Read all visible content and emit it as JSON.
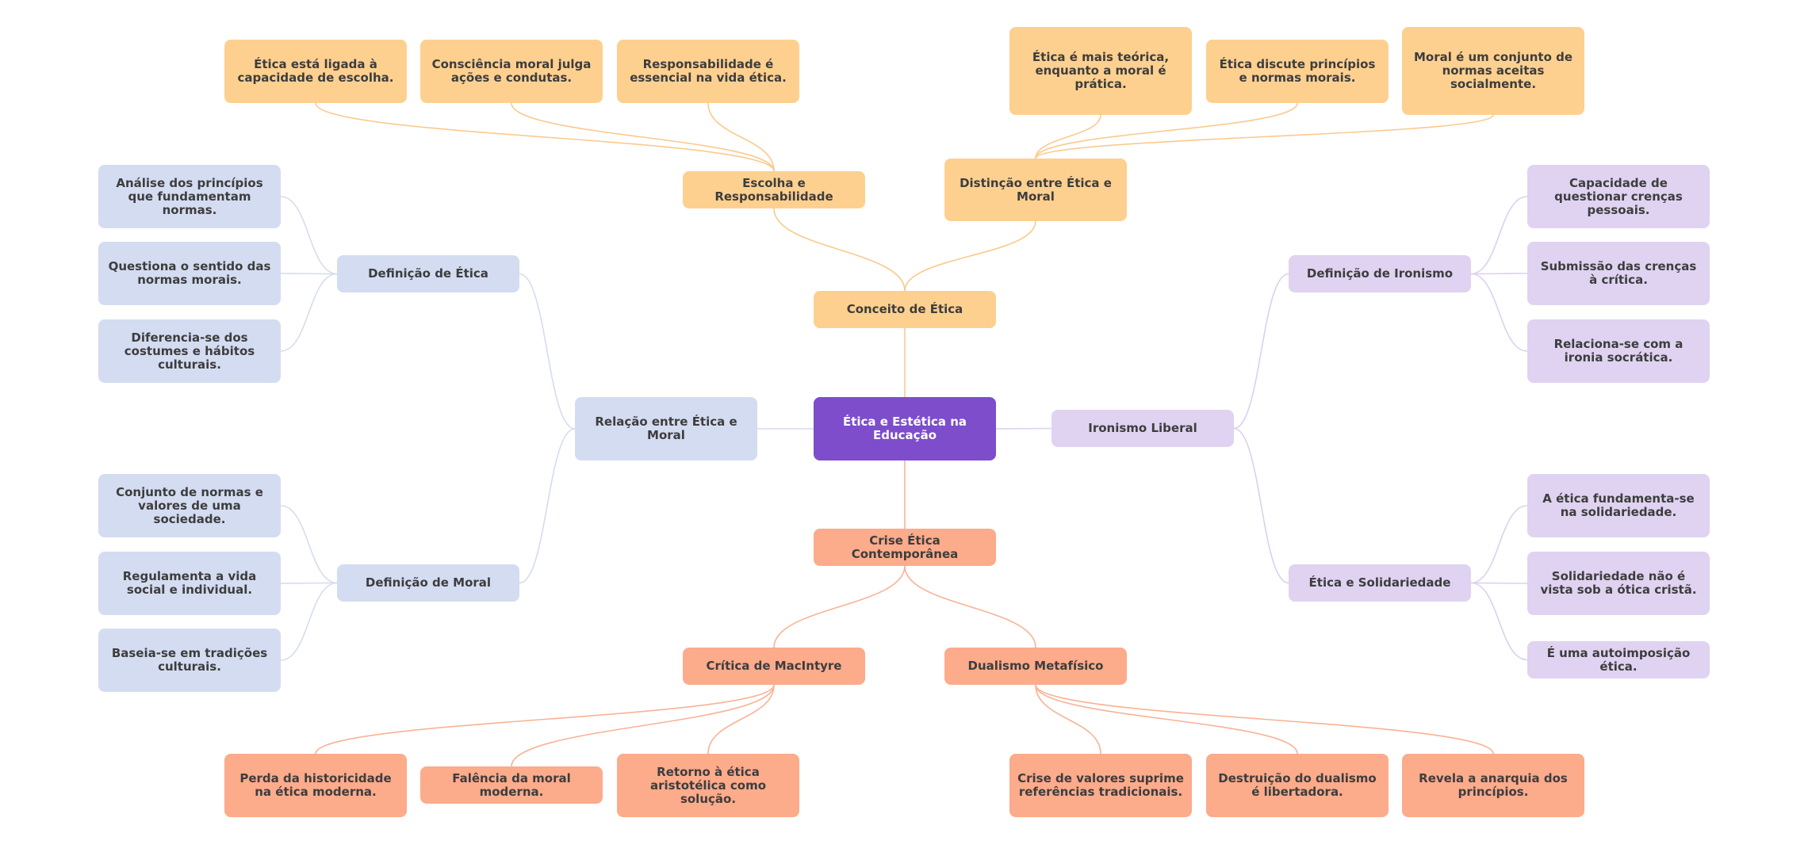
{
  "colors": {
    "root": "#7d4dcc",
    "orange": "#fdd090",
    "blue": "#d4dcf1",
    "purple": "#dfd3f1",
    "salmon": "#fcab8b",
    "link_orange": "#fbc98d",
    "link_blue": "#d6dcef",
    "link_purple": "#dcd0ef",
    "link_salmon": "#f9b294"
  },
  "mindmap": {
    "root": "Ética e Estética na Educação",
    "conceito": {
      "label": "Conceito de Ética",
      "escolha": {
        "label": "Escolha e Responsabilidade",
        "items": [
          "Ética está ligada à capacidade de escolha.",
          "Consciência moral julga ações e condutas.",
          "Responsabilidade é essencial na vida ética."
        ]
      },
      "distincao": {
        "label": "Distinção entre Ética e Moral",
        "items": [
          "Ética é mais teórica, enquanto a moral é prática.",
          "Ética discute princípios e normas morais.",
          "Moral é um conjunto de normas aceitas socialmente."
        ]
      }
    },
    "relacao": {
      "label": "Relação entre Ética e Moral",
      "def_etica": {
        "label": "Definição de Ética",
        "items": [
          "Análise dos princípios que fundamentam normas.",
          "Questiona o sentido das normas morais.",
          "Diferencia-se dos costumes e hábitos culturais."
        ]
      },
      "def_moral": {
        "label": "Definição de Moral",
        "items": [
          "Conjunto de normas e valores de uma sociedade.",
          "Regulamenta a vida social e individual.",
          "Baseia-se em tradições culturais."
        ]
      }
    },
    "ironismo": {
      "label": "Ironismo Liberal",
      "def_ironismo": {
        "label": "Definição de Ironismo",
        "items": [
          "Capacidade de questionar crenças pessoais.",
          "Submissão das crenças à crítica.",
          "Relaciona-se com a ironia socrática."
        ]
      },
      "solidariedade": {
        "label": "Ética e Solidariedade",
        "items": [
          "A ética fundamenta-se na solidariedade.",
          "Solidariedade não é vista sob a ótica cristã.",
          "É uma autoimposição ética."
        ]
      }
    },
    "crise": {
      "label": "Crise Ética Contemporânea",
      "macintyre": {
        "label": "Crítica de MacIntyre",
        "items": [
          "Perda da historicidade na ética moderna.",
          "Falência da moral moderna.",
          "Retorno à ética aristotélica como solução."
        ]
      },
      "dualismo": {
        "label": "Dualismo Metafísico",
        "items": [
          "Crise de valores suprime referências tradicionais.",
          "Destruição do dualismo é libertadora.",
          "Revela a anarquia dos princípios."
        ]
      }
    }
  }
}
